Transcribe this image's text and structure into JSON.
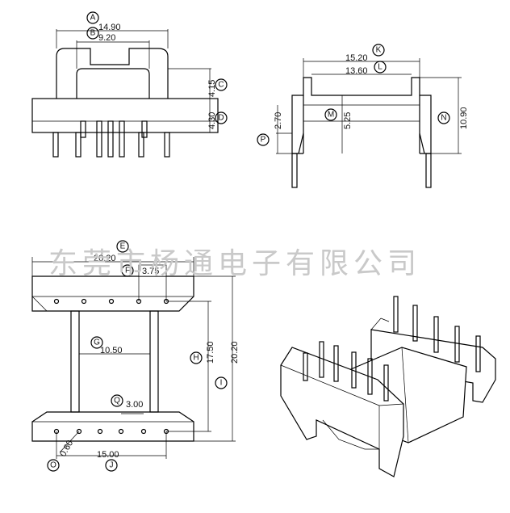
{
  "watermark": "东莞市杨通电子有限公司",
  "dimensions": {
    "A": "14.90",
    "B": "9.20",
    "C": "4.15",
    "D": "4.30",
    "E": "20.20",
    "F": "3.75",
    "G": "10.50",
    "H": "17.50",
    "I": "20.20",
    "J": "15.00",
    "K": "15.20",
    "L": "13.60",
    "M": "5.25",
    "N": "10.90",
    "O": "0.60",
    "P": "2.70",
    "Q": "3.00"
  },
  "callouts": [
    "A",
    "B",
    "C",
    "D",
    "E",
    "F",
    "G",
    "H",
    "I",
    "J",
    "K",
    "L",
    "M",
    "N",
    "O",
    "P",
    "Q"
  ]
}
